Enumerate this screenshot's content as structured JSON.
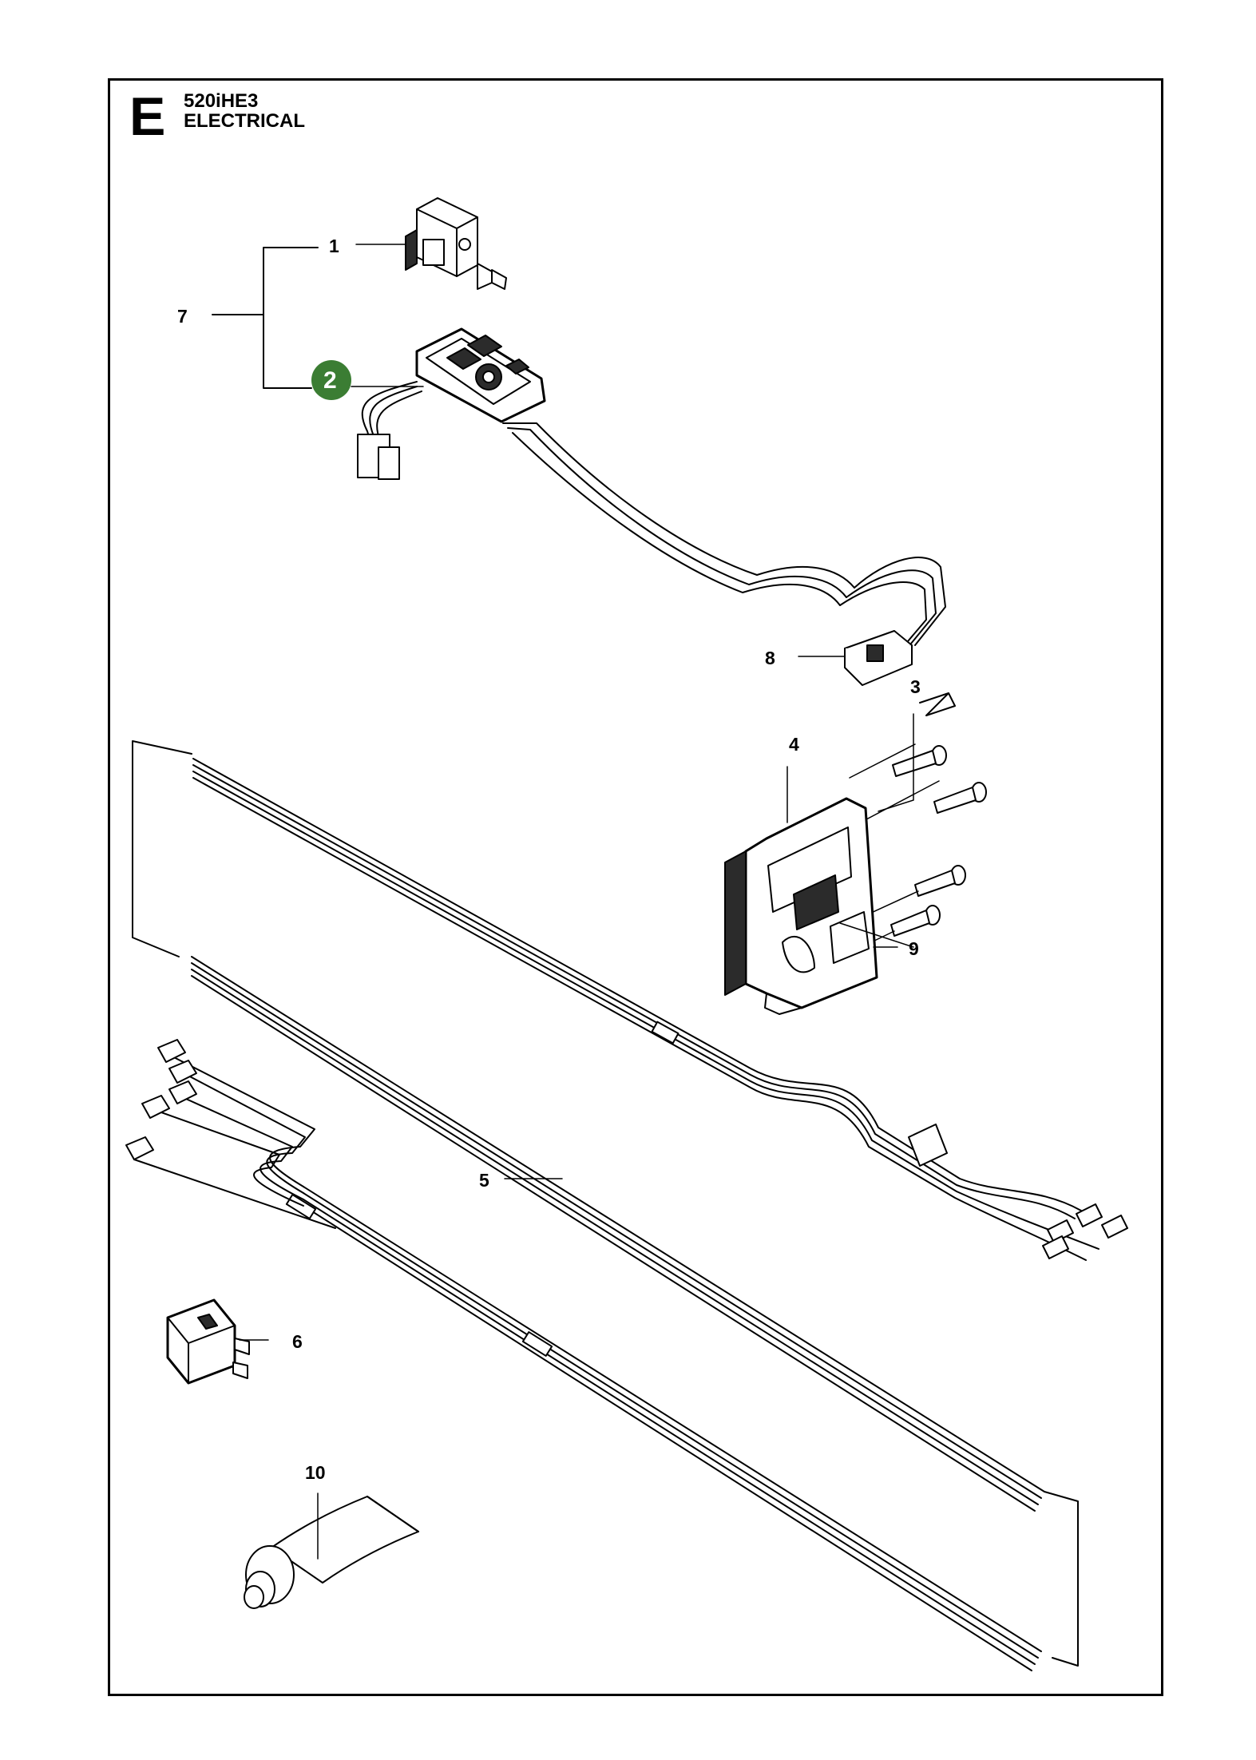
{
  "header": {
    "section": "E",
    "model": "520iHE3",
    "group": "ELECTRICAL"
  },
  "colors": {
    "highlight": "#3b7d33",
    "line": "#000000",
    "part_fill": "#ffffff",
    "dark_part": "#2b2b2b"
  },
  "callouts": [
    {
      "id": "p1",
      "text": "1"
    },
    {
      "id": "p2",
      "text": "2",
      "highlighted": true
    },
    {
      "id": "p3",
      "text": "3"
    },
    {
      "id": "p4",
      "text": "4"
    },
    {
      "id": "p5",
      "text": "5"
    },
    {
      "id": "p6",
      "text": "6"
    },
    {
      "id": "p7",
      "text": "7"
    },
    {
      "id": "p8",
      "text": "8"
    },
    {
      "id": "p9",
      "text": "9"
    },
    {
      "id": "p10",
      "text": "10"
    }
  ]
}
